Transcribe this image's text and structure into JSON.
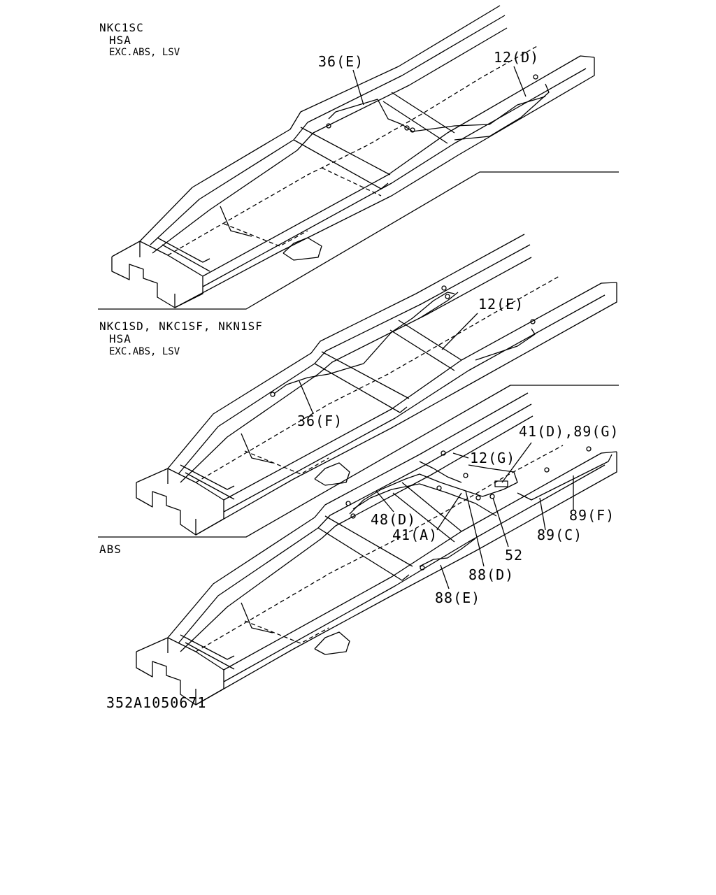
{
  "sections": [
    {
      "model": "NKC1SC",
      "spec": "HSA",
      "exclusion": "EXC.ABS, LSV"
    },
    {
      "model": "NKC1SD, NKC1SF, NKN1SF",
      "spec": "HSA",
      "exclusion": "EXC.ABS, LSV"
    },
    {
      "model": "ABS"
    }
  ],
  "callouts": {
    "c36e": "36(E)",
    "c12d": "12(D)",
    "c12e": "12(E)",
    "c36f": "36(F)",
    "c41d89g": "41(D),89(G)",
    "c12g": "12(G)",
    "c48d": "48(D)",
    "c41a": "41(A)",
    "c89f": "89(F)",
    "c89c": "89(C)",
    "c52": "52",
    "c88d": "88(D)",
    "c88e": "88(E)"
  },
  "figure_id": "352A1050671"
}
